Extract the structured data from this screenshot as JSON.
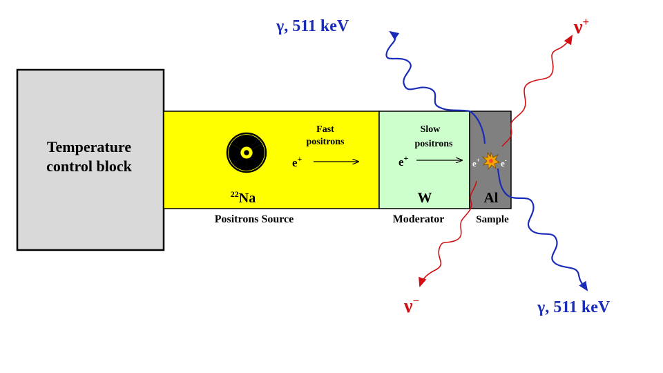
{
  "temperature_block": {
    "line1": "Temperature",
    "line2": "control block"
  },
  "source": {
    "isotope_mass": "22",
    "isotope_symbol": "Na",
    "caption": "Positrons Source",
    "beam_label_line1": "Fast",
    "beam_label_line2": "positrons",
    "particle_base": "e",
    "particle_charge": "+",
    "icon": "radiation-trefoil-icon"
  },
  "moderator": {
    "symbol": "W",
    "caption": "Moderator",
    "beam_label_line1": "Slow",
    "beam_label_line2": "positrons",
    "particle_base": "e",
    "particle_charge": "+"
  },
  "sample": {
    "symbol": "Al",
    "caption": "Sample",
    "positron_base": "e",
    "positron_charge": "+",
    "electron_base": "e",
    "electron_charge": "-",
    "icon": "annihilation-burst-icon"
  },
  "emissions": {
    "gamma_top": "γ, 511 keV",
    "gamma_bottom": "γ, 511 keV",
    "nu_top_base": "ν",
    "nu_top_charge": "+",
    "nu_bottom_base": "ν",
    "nu_bottom_charge": "−"
  },
  "colors": {
    "temperature_block": "#d9d9d9",
    "source": "#ffff00",
    "moderator": "#ccffcc",
    "sample": "#808080",
    "gamma": "#1a2bb8",
    "neutrino": "#d10f12",
    "burst": "#f5a800"
  }
}
